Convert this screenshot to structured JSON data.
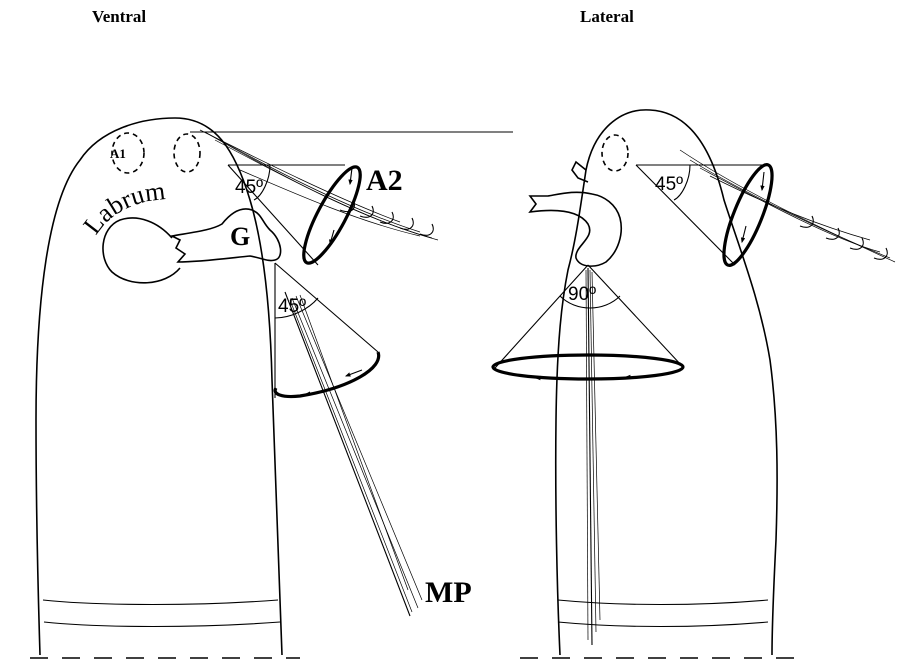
{
  "views": {
    "ventral": {
      "title": "Ventral"
    },
    "lateral": {
      "title": "Lateral"
    }
  },
  "labels": {
    "a1": "A1",
    "a2": "A2",
    "labrum": "Labrum",
    "g": "G",
    "mp": "MP"
  },
  "angles": {
    "ventral_a2": "45º",
    "ventral_mp": "45º",
    "lateral_a2": "45º",
    "lateral_mp": "90º"
  }
}
